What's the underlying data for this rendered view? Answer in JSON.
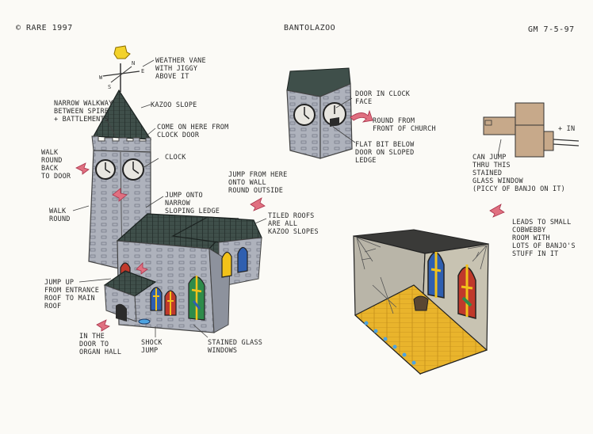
{
  "header": {
    "copyright": "© Rare 1997",
    "title": "Bantolazoo",
    "author_date": "GM 7-5-97"
  },
  "annotations": {
    "weathervane": "Weather vane\nwith Jiggy\nabove it",
    "narrow_walkway": "Narrow walkway\nbetween spire\n+ battlements",
    "kazoo_slope": "Kazoo slope",
    "come_on_here": "Come on here from\nclock door",
    "clock": "Clock",
    "walk_round_back": "Walk\nround\nback\nto door",
    "jump_onto_ledge": "Jump onto\nnarrow\nsloping ledge",
    "walk_round": "Walk\nround",
    "jump_from_here": "Jump from here\nonto wall\nround outside",
    "tiled_roofs": "Tiled roofs\nare all\nkazoo slopes",
    "jump_up_entrance": "Jump up\nfrom entrance\nroof to main\nroof",
    "in_the_door": "In the\ndoor to\norgan hall",
    "shock_jump": "Shock\njump",
    "stained_glass": "Stained glass\nwindows",
    "door_in_clock": "Door in clock\nface",
    "round_from_front": "Round from\nfront of church",
    "flat_bit_below": "Flat bit below\ndoor on sloped\nledge",
    "can_jump_thru": "Can jump\nthru this\nstained\nglass window\n(piccy of Banjo on it)",
    "plan_in": "+ IN",
    "leads_to_room": "Leads to small\ncobwebby\nroom with\nlots of Banjo's\nstuff in it"
  },
  "colors": {
    "stone": "#a9adb8",
    "stone_dark": "#7f8591",
    "roof": "#3f4f4a",
    "wood": "#c7a98a",
    "arrow": "#e07080",
    "glass_yellow": "#f2c21a",
    "glass_blue": "#2f5fb0",
    "glass_red": "#c0392b",
    "glass_green": "#2e8b4a",
    "floor": "#e8b830",
    "jiggy": "#f3d22a"
  },
  "icons": [
    "jiggy-icon",
    "clock-icon",
    "arrow-icon",
    "web-icon"
  ]
}
